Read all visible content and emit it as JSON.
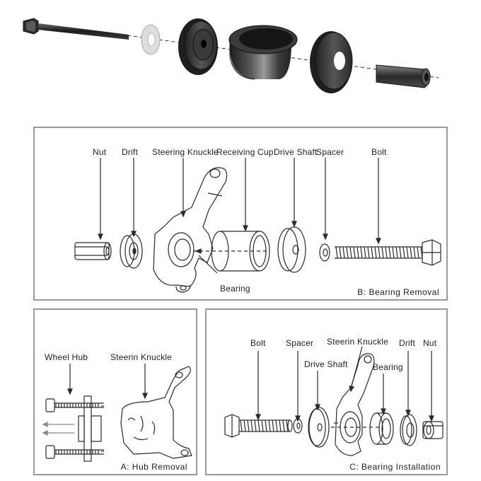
{
  "panel_b": {
    "caption": "B: Bearing Removal",
    "labels": {
      "nut": "Nut",
      "drift": "Drift",
      "steering_knuckle": "Steering Knuckle",
      "receiving_cup": "Receiving Cup",
      "drive_shaft": "Drive Shaft",
      "spacer": "Spacer",
      "bolt": "Bolt",
      "bearing": "Bearing"
    }
  },
  "panel_a": {
    "caption": "A: Hub Removal",
    "labels": {
      "wheel_hub": "Wheel Hub",
      "steerin_knuckle": "Steerin Knuckle"
    }
  },
  "panel_c": {
    "caption": "C: Bearing Installation",
    "labels": {
      "bolt": "Bolt",
      "spacer": "Spacer",
      "steerin_knuckle": "Steerin Knuckle",
      "drive_shaft": "Drive Shaft",
      "bearing": "Bearing",
      "drift": "Drift",
      "nut": "Nut"
    }
  },
  "colors": {
    "line": "#2a2a2a",
    "frame": "#9a9a9a",
    "metal_dark": "#2b2b2b",
    "metal_light": "#8a8a8a"
  }
}
